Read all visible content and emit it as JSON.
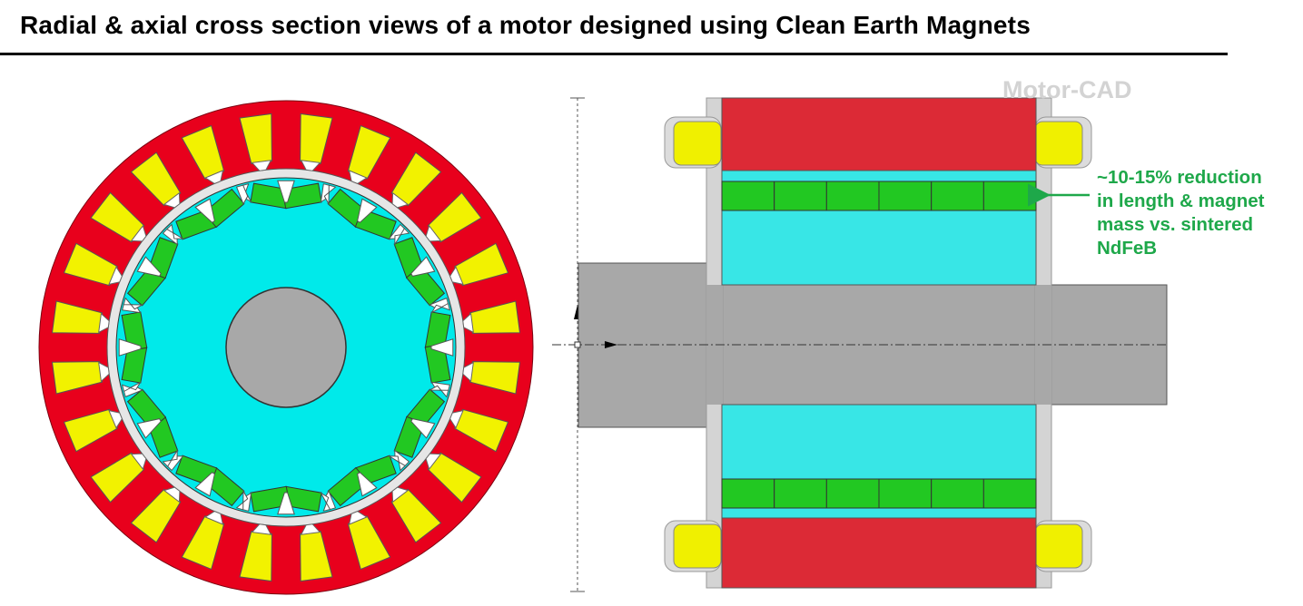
{
  "header": {
    "title": "Radial & axial cross section views of a motor designed using Clean Earth Magnets"
  },
  "axial_view": {
    "watermark": "Motor-CAD",
    "annotation_lines": [
      "~10-15% reduction",
      "in length & magnet",
      "mass vs. sintered",
      "NdFeB"
    ]
  },
  "colors": {
    "stator": "#e8001c",
    "stator_axial": "#dc2a36",
    "winding": "#f2f200",
    "rotor": "#00eaea",
    "rotor_axial": "#38e6e6",
    "magnet": "#22c822",
    "shaft": "#a8a8a8",
    "annotation": "#1ea84a"
  },
  "radial_view": {
    "slot_count": 24,
    "magnet_pole_count": 12
  }
}
